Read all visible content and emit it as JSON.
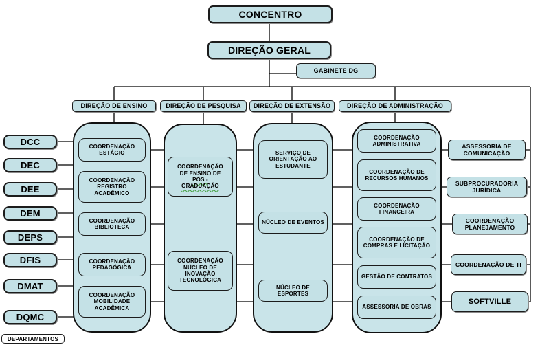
{
  "root_label": "CONCENTRO",
  "direcao_geral_label": "DIREÇÃO GERAL",
  "gabinete_label": "GABINETE DG",
  "departments": {
    "caption": "DEPARTAMENTOS",
    "items": [
      "DCC",
      "DEC",
      "DEE",
      "DEM",
      "DEPS",
      "DFIS",
      "DMAT",
      "DQMC"
    ]
  },
  "divisions": {
    "ensino": {
      "label": "DIREÇÃO DE ENSINO",
      "boxes": [
        "COORDENAÇÃO ESTÁGIO",
        "COORDENAÇÃO REGISTRO ACADÊMICO",
        "COORDENAÇÃO BIBLIOTECA",
        "COORDENAÇÃO PEDAGÓGICA",
        "COORDENAÇÃO MOBILIDADE ACADÊMICA"
      ]
    },
    "pesquisa": {
      "label": "DIREÇÃO DE PESQUISA",
      "boxes": [
        {
          "lines": [
            "COORDENAÇÃO",
            "DE ENSINO DE",
            "PÓS -",
            "GRADUAÇÃO"
          ]
        },
        "COORDENAÇÃO NÚCLEO DE INOVAÇÃO TECNOLÓGICA"
      ]
    },
    "extensao": {
      "label": "DIREÇÃO DE EXTENSÃO",
      "boxes": [
        "SERVIÇO DE ORIENTAÇÃO AO ESTUDANTE",
        "NÚCLEO DE EVENTOS",
        "NÚCLEO DE ESPORTES"
      ]
    },
    "administracao": {
      "label": "DIREÇÃO DE ADMINISTRAÇÃO",
      "boxes": [
        "COORDENAÇÃO ADMINISTRATIVA",
        "COORDENAÇÃO DE RECURSOS HUMANOS",
        "COORDENAÇÃO FINANCEIRA",
        "COORDENAÇÃO DE COMPRAS E LICITAÇÃO",
        "GESTÃO DE CONTRATOS",
        "ASSESSORIA DE OBRAS"
      ]
    }
  },
  "right_column": [
    "ASSESSORIA DE COMUNICAÇÃO",
    "SUBPROCURADORIA JURÍDICA",
    "COORDENAÇÃO PLANEJAMENTO",
    "COORDENAÇÃO DE TI",
    "SOFTVILLE"
  ],
  "colors": {
    "box_fill": "#c4e1e6",
    "container_fill": "#c9e4e9",
    "line": "#000000",
    "caption_fill": "#ffffff"
  }
}
